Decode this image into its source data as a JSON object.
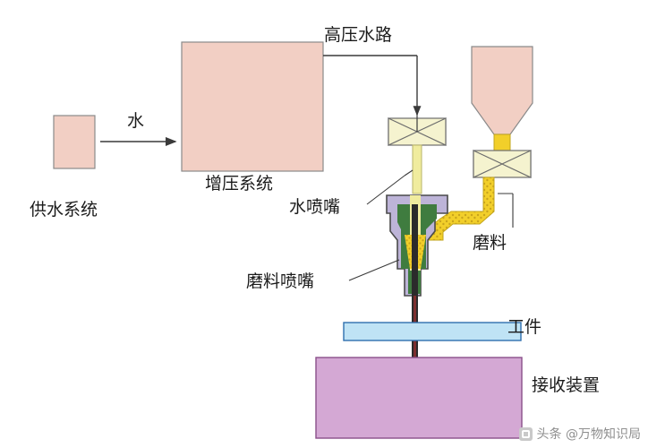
{
  "diagram": {
    "title_alt": "Abrasive water jet machining schematic",
    "labels": {
      "water_supply": "供水系统",
      "water_arrow": "水",
      "pressurizing_system": "增压系统",
      "high_pressure_waterway": "高压水路",
      "water_nozzle": "水喷嘴",
      "abrasive": "磨料",
      "abrasive_nozzle": "磨料喷嘴",
      "workpiece": "工件",
      "receiving_device": "接收装置"
    },
    "colors": {
      "box_fill": "#f2cfc4",
      "box_stroke": "#7a7a7a",
      "valve_fill": "#f5f3cf",
      "valve_stroke": "#7a7a7a",
      "nozzle_body_fill": "#bdb4d8",
      "nozzle_inner_fill": "#3f7c3f",
      "abrasive_yellow": "#f2cf2a",
      "abrasive_dots": "#caa11d",
      "workpiece_fill": "#bfe3f5",
      "workpiece_stroke": "#2a6fb0",
      "receiver_fill": "#d4a8d4",
      "receiver_stroke": "#8a4f8a",
      "jet_core": "#2d2d2d",
      "jet_red": "#7a2b2b",
      "line": "#3a3a3a"
    }
  },
  "watermark": {
    "text": "头条 @万物知识局"
  }
}
